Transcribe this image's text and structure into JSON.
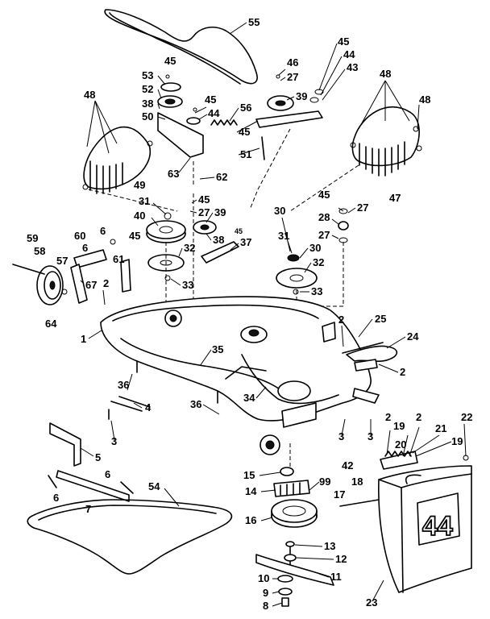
{
  "diagram": {
    "decal_text": "44",
    "callouts": [
      {
        "id": "c55",
        "text": "55"
      },
      {
        "id": "c45a",
        "text": "45"
      },
      {
        "id": "c53",
        "text": "53"
      },
      {
        "id": "c52",
        "text": "52"
      },
      {
        "id": "c38a",
        "text": "38"
      },
      {
        "id": "c50",
        "text": "50"
      },
      {
        "id": "c45b",
        "text": "45"
      },
      {
        "id": "c44a",
        "text": "44"
      },
      {
        "id": "c56",
        "text": "56"
      },
      {
        "id": "c46",
        "text": "46"
      },
      {
        "id": "c27a",
        "text": "27"
      },
      {
        "id": "c39a",
        "text": "39"
      },
      {
        "id": "c45c",
        "text": "45"
      },
      {
        "id": "c44b",
        "text": "44"
      },
      {
        "id": "c43",
        "text": "43"
      },
      {
        "id": "c48a",
        "text": "48"
      },
      {
        "id": "c48b",
        "text": "48"
      },
      {
        "id": "c48c",
        "text": "48"
      },
      {
        "id": "c45d",
        "text": "45"
      },
      {
        "id": "c51",
        "text": "51"
      },
      {
        "id": "c63",
        "text": "63"
      },
      {
        "id": "c62",
        "text": "62"
      },
      {
        "id": "c49",
        "text": "49"
      },
      {
        "id": "c47",
        "text": "47"
      },
      {
        "id": "c31a",
        "text": "31"
      },
      {
        "id": "c45e",
        "text": "45"
      },
      {
        "id": "c40",
        "text": "40"
      },
      {
        "id": "c27b",
        "text": "27"
      },
      {
        "id": "c39b",
        "text": "39"
      },
      {
        "id": "c30a",
        "text": "30"
      },
      {
        "id": "c45f",
        "text": "45"
      },
      {
        "id": "c27c",
        "text": "27"
      },
      {
        "id": "c28",
        "text": "28"
      },
      {
        "id": "c27d",
        "text": "27"
      },
      {
        "id": "c59",
        "text": "59"
      },
      {
        "id": "c60",
        "text": "60"
      },
      {
        "id": "c6a",
        "text": "6"
      },
      {
        "id": "c6b",
        "text": "6"
      },
      {
        "id": "c45g",
        "text": "45"
      },
      {
        "id": "c32a",
        "text": "32"
      },
      {
        "id": "c38b",
        "text": "38"
      },
      {
        "id": "c45h",
        "text": "45"
      },
      {
        "id": "c37",
        "text": "37"
      },
      {
        "id": "c31b",
        "text": "31"
      },
      {
        "id": "c30b",
        "text": "30"
      },
      {
        "id": "c32b",
        "text": "32"
      },
      {
        "id": "c58",
        "text": "58"
      },
      {
        "id": "c57",
        "text": "57"
      },
      {
        "id": "c61",
        "text": "61"
      },
      {
        "id": "c33a",
        "text": "33"
      },
      {
        "id": "c33b",
        "text": "33"
      },
      {
        "id": "c67",
        "text": "67"
      },
      {
        "id": "c2a",
        "text": "2"
      },
      {
        "id": "c64",
        "text": "64"
      },
      {
        "id": "c1",
        "text": "1"
      },
      {
        "id": "c2b",
        "text": "2"
      },
      {
        "id": "c25",
        "text": "25"
      },
      {
        "id": "c24",
        "text": "24"
      },
      {
        "id": "c35",
        "text": "35"
      },
      {
        "id": "c2c",
        "text": "2"
      },
      {
        "id": "c36a",
        "text": "36"
      },
      {
        "id": "c4",
        "text": "4"
      },
      {
        "id": "c34",
        "text": "34"
      },
      {
        "id": "c36b",
        "text": "36"
      },
      {
        "id": "c3a",
        "text": "3"
      },
      {
        "id": "c3b",
        "text": "3"
      },
      {
        "id": "c3c",
        "text": "3"
      },
      {
        "id": "c42",
        "text": "42"
      },
      {
        "id": "c2d",
        "text": "2"
      },
      {
        "id": "c19a",
        "text": "19"
      },
      {
        "id": "c2e",
        "text": "2"
      },
      {
        "id": "c21",
        "text": "21"
      },
      {
        "id": "c22",
        "text": "22"
      },
      {
        "id": "c20",
        "text": "20"
      },
      {
        "id": "c19b",
        "text": "19"
      },
      {
        "id": "c5",
        "text": "5"
      },
      {
        "id": "c6c",
        "text": "6"
      },
      {
        "id": "c6d",
        "text": "6"
      },
      {
        "id": "c7",
        "text": "7"
      },
      {
        "id": "c15",
        "text": "15"
      },
      {
        "id": "c99",
        "text": "99"
      },
      {
        "id": "c14",
        "text": "14"
      },
      {
        "id": "c18",
        "text": "18"
      },
      {
        "id": "c17",
        "text": "17"
      },
      {
        "id": "c54",
        "text": "54"
      },
      {
        "id": "c16",
        "text": "16"
      },
      {
        "id": "c13",
        "text": "13"
      },
      {
        "id": "c12",
        "text": "12"
      },
      {
        "id": "c11",
        "text": "11"
      },
      {
        "id": "c10",
        "text": "10"
      },
      {
        "id": "c9",
        "text": "9"
      },
      {
        "id": "c8",
        "text": "8"
      },
      {
        "id": "c23",
        "text": "23"
      }
    ]
  }
}
